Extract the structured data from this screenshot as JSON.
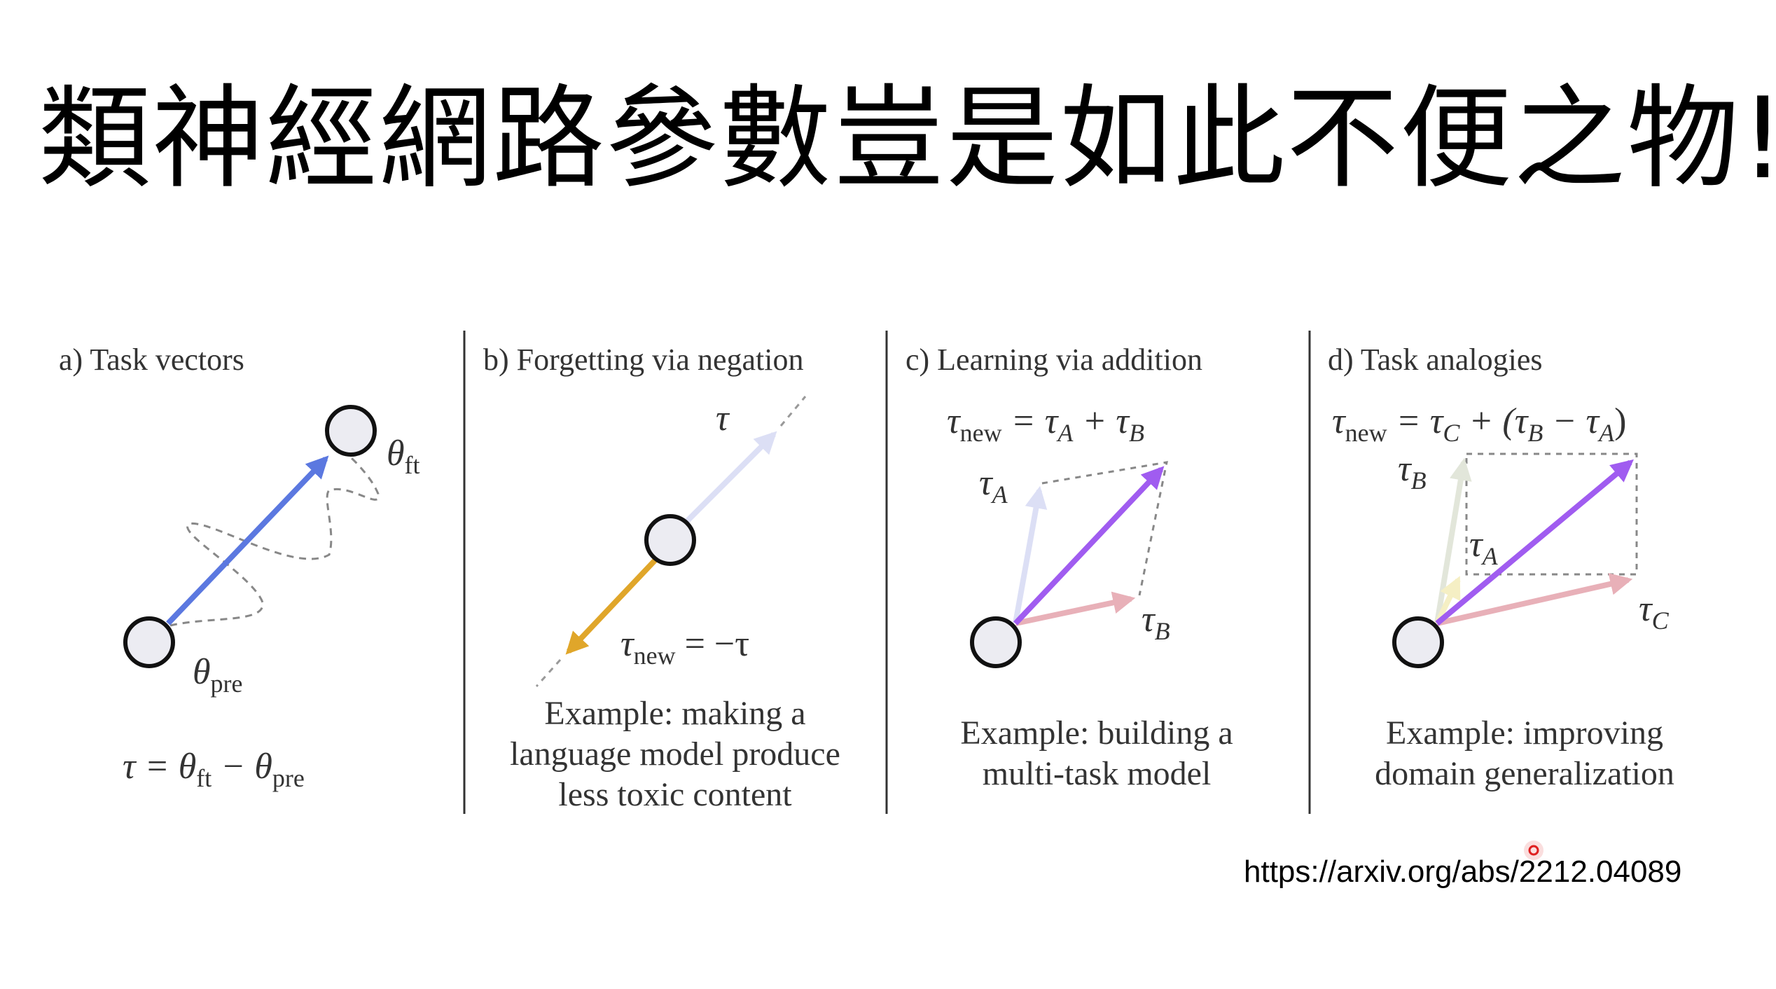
{
  "slide": {
    "title": "類神經網路參數豈是如此不便之物!",
    "source_url": "https://arxiv.org/abs/2212.04089"
  },
  "panels": [
    {
      "title": "a) Task vectors",
      "labels": {
        "theta": "θ",
        "ft": "ft",
        "pre": "pre"
      },
      "equation": {
        "lhs": "τ = θ",
        "sub1": "ft",
        "mid": " − θ",
        "sub2": "pre"
      }
    },
    {
      "title": "b) Forgetting via negation",
      "labels": {
        "tau": "τ"
      },
      "equation": {
        "lhs": "τ",
        "sub": "new",
        "rhs": " = −τ"
      },
      "example": [
        "Example: making a",
        "language model produce",
        "less toxic content"
      ]
    },
    {
      "title": "c) Learning via addition",
      "equation": {
        "lhs": "τ",
        "sub": "new",
        "rhs": " = τ",
        "subA": "A",
        "plus": " + τ",
        "subB": "B"
      },
      "labels": {
        "tau": "τ",
        "A": "A",
        "B": "B"
      },
      "example": [
        "Example: building a",
        "multi-task model"
      ]
    },
    {
      "title": "d) Task analogies",
      "equation": {
        "lhs": "τ",
        "sub": "new",
        "rhs": " = τ",
        "subC": "C",
        "mid": " + (τ",
        "subB": "B",
        "minus": " − τ",
        "subA": "A",
        "close": ")"
      },
      "labels": {
        "tau": "τ",
        "A": "A",
        "B": "B",
        "C": "C"
      },
      "example": [
        "Example: improving",
        "domain generalization"
      ]
    }
  ],
  "colors": {
    "task_vector": "#5b78e0",
    "faded_vector": "#dcdff5",
    "negation": "#e0a62a",
    "sum": "#a05cf0",
    "tau_b_c": "#e8b0b8",
    "tau_b_d": "#e2e6da",
    "tau_a_d": "#f5efc4",
    "node_fill": "#ececf2"
  }
}
